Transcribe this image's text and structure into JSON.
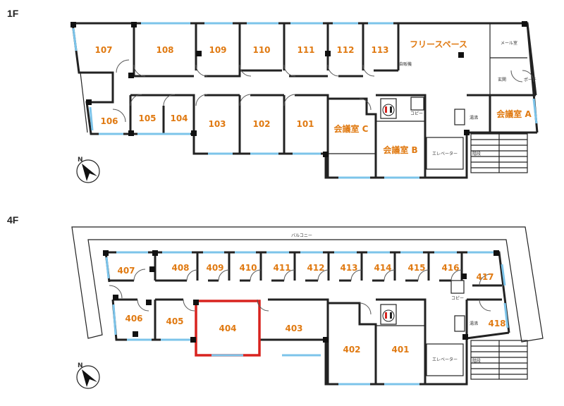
{
  "floors": [
    {
      "id": "1F",
      "label": "1F",
      "rooms": [
        {
          "id": "107",
          "label": "107"
        },
        {
          "id": "108",
          "label": "108"
        },
        {
          "id": "109",
          "label": "109"
        },
        {
          "id": "110",
          "label": "110"
        },
        {
          "id": "111",
          "label": "111"
        },
        {
          "id": "112",
          "label": "112"
        },
        {
          "id": "113",
          "label": "113"
        },
        {
          "id": "free-space",
          "label": "フリースペース"
        },
        {
          "id": "106",
          "label": "106"
        },
        {
          "id": "105",
          "label": "105"
        },
        {
          "id": "104",
          "label": "104"
        },
        {
          "id": "103",
          "label": "103"
        },
        {
          "id": "102",
          "label": "102"
        },
        {
          "id": "101",
          "label": "101"
        },
        {
          "id": "meeting-c",
          "label": "会議室 C"
        },
        {
          "id": "meeting-b",
          "label": "会議室 B"
        },
        {
          "id": "meeting-a",
          "label": "会議室 A"
        }
      ],
      "small_labels": {
        "mail": "メール室",
        "vending": "自販機",
        "entrance": "玄関",
        "porch": "ポーチ",
        "copy": "コピー",
        "kitchen": "湯沸",
        "elevator": "エレベーター",
        "stairs": "階段"
      }
    },
    {
      "id": "4F",
      "label": "4F",
      "balcony": "バルコニー",
      "highlighted_room": "404",
      "rooms": [
        {
          "id": "407",
          "label": "407"
        },
        {
          "id": "408",
          "label": "408"
        },
        {
          "id": "409",
          "label": "409"
        },
        {
          "id": "410",
          "label": "410"
        },
        {
          "id": "411",
          "label": "411"
        },
        {
          "id": "412",
          "label": "412"
        },
        {
          "id": "413",
          "label": "413"
        },
        {
          "id": "414",
          "label": "414"
        },
        {
          "id": "415",
          "label": "415"
        },
        {
          "id": "416",
          "label": "416"
        },
        {
          "id": "417",
          "label": "417"
        },
        {
          "id": "406",
          "label": "406"
        },
        {
          "id": "405",
          "label": "405"
        },
        {
          "id": "404",
          "label": "404"
        },
        {
          "id": "403",
          "label": "403"
        },
        {
          "id": "402",
          "label": "402"
        },
        {
          "id": "401",
          "label": "401"
        },
        {
          "id": "418",
          "label": "418"
        }
      ],
      "small_labels": {
        "copy": "コピー",
        "kitchen": "湯沸",
        "elevator": "エレベーター",
        "stairs": "階段"
      }
    }
  ],
  "compass": {
    "north": "N"
  },
  "colors": {
    "room_label": "#e07a12",
    "window": "#7cc4ea",
    "highlight": "#d8231f",
    "wall": "#222222"
  }
}
